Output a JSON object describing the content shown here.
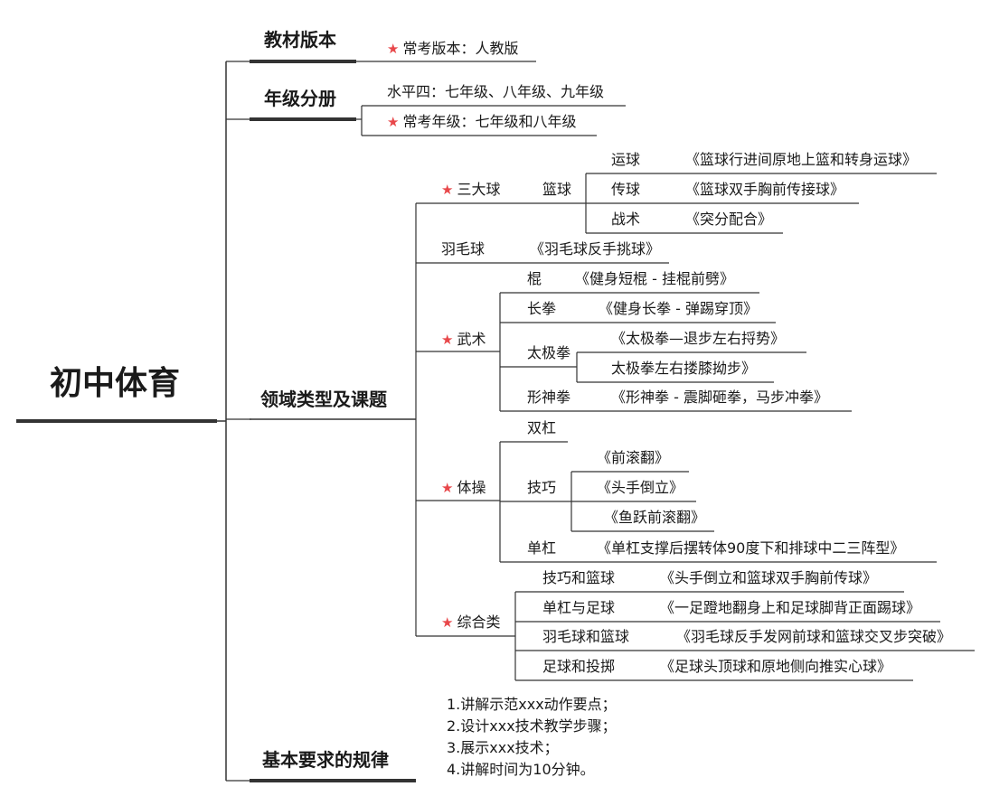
{
  "root": "初中体育",
  "nodes": {
    "edition": "教材版本",
    "edition_common": "常考版本：人教版",
    "grade": "年级分册",
    "grade_level": "水平四：七年级、八年级、九年级",
    "grade_common": "常考年级：七年级和八年级",
    "domain": "领域类型及课题",
    "ball3": "三大球",
    "basketball": "篮球",
    "dribble": "运球",
    "dribble_lesson": "《篮球行进间原地上篮和转身运球》",
    "pass": "传球",
    "pass_lesson": "《篮球双手胸前传接球》",
    "tactic": "战术",
    "tactic_lesson": "《突分配合》",
    "badminton": "羽毛球",
    "badminton_lesson": "《羽毛球反手挑球》",
    "wushu": "武术",
    "stick": "棍",
    "stick_lesson": "《健身短棍 - 挂棍前劈》",
    "changquan": "长拳",
    "changquan_lesson": "《健身长拳 - 弹踢穿顶》",
    "taiji": "太极拳",
    "taiji_lesson1": "《太极拳—退步左右捋势》",
    "taiji_lesson2": "太极拳左右搂膝拗步》",
    "xingshen": "形神拳",
    "xingshen_lesson": "《形神拳 - 震脚砸拳，马步冲拳》",
    "gym": "体操",
    "parallel": "双杠",
    "skill": "技巧",
    "skill_lesson1": "《前滚翻》",
    "skill_lesson2": "《头手倒立》",
    "skill_lesson3": "《鱼跃前滚翻》",
    "horizontal": "单杠",
    "horizontal_lesson": "《单杠支撑后摆转体90度下和排球中二三阵型》",
    "combo": "综合类",
    "combo1": "技巧和篮球",
    "combo1_lesson": "《头手倒立和篮球双手胸前传球》",
    "combo2": "单杠与足球",
    "combo2_lesson": "《一足蹬地翻身上和足球脚背正面踢球》",
    "combo3": "羽毛球和篮球",
    "combo3_lesson": "《羽毛球反手发网前球和篮球交叉步突破》",
    "combo4": "足球和投掷",
    "combo4_lesson": "《足球头顶球和原地侧向推实心球》",
    "requirement": "基本要求的规律",
    "req1": "1.讲解示范xxx动作要点；",
    "req2": "2.设计xxx技术教学步骤；",
    "req3": "3.展示xxx技术；",
    "req4": "4.讲解时间为10分钟。"
  },
  "colors": {
    "star": "#e8474a",
    "line": "#333333",
    "text": "#1a1a1a"
  }
}
